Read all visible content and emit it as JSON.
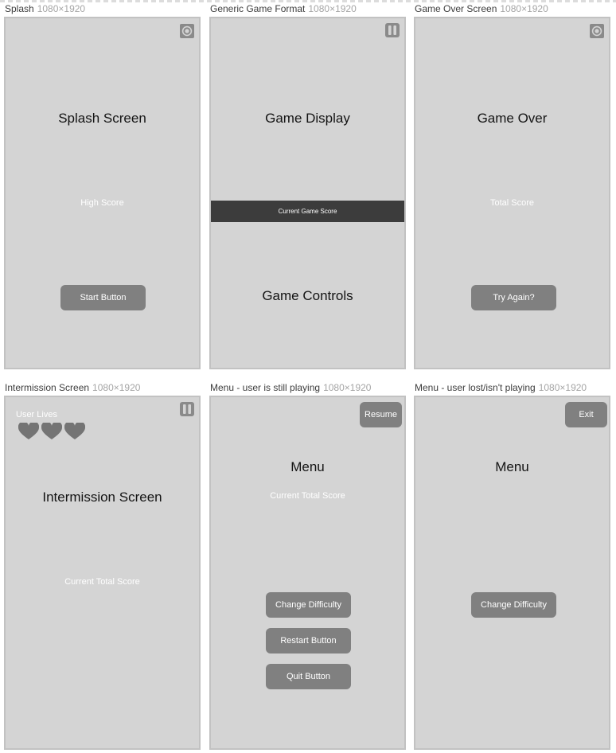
{
  "frames": {
    "splash": {
      "name": "Splash",
      "size": "1080×1920",
      "corner_icon": "settings-gear-icon",
      "heading": "Splash Screen",
      "label": "High Score",
      "button": "Start Button"
    },
    "game": {
      "name": "Generic Game Format",
      "size": "1080×1920",
      "corner_icon": "pause-icon",
      "heading": "Game Display",
      "score_bar": "Current Game Score",
      "controls": "Game Controls"
    },
    "gameover": {
      "name": "Game Over Screen",
      "size": "1080×1920",
      "corner_icon": "settings-gear-icon",
      "heading": "Game Over",
      "label": "Total Score",
      "button": "Try Again?"
    },
    "intermission": {
      "name": "Intermission Screen",
      "size": "1080×1920",
      "corner_icon": "pause-icon",
      "lives_label": "User Lives",
      "lives_count": 3,
      "lives_icon": "heart-icon",
      "heading": "Intermission Screen",
      "label": "Current Total Score"
    },
    "menu_playing": {
      "name": "Menu - user is still playing",
      "size": "1080×1920",
      "corner_button": "Resume",
      "heading": "Menu",
      "label": "Current Total Score",
      "buttons": [
        "Change Difficulty",
        "Restart Button",
        "Quit Button"
      ]
    },
    "menu_lost": {
      "name": "Menu - user lost/isn't playing",
      "size": "1080×1920",
      "corner_button": "Exit",
      "heading": "Menu",
      "button": "Change Difficulty"
    }
  },
  "colors": {
    "frame_bg": "#d4d4d4",
    "frame_border": "#c2c2c2",
    "button_bg": "#808080",
    "score_bar_bg": "#3c3c3c",
    "icon": "#8a8a8a",
    "heart": "#747474"
  }
}
